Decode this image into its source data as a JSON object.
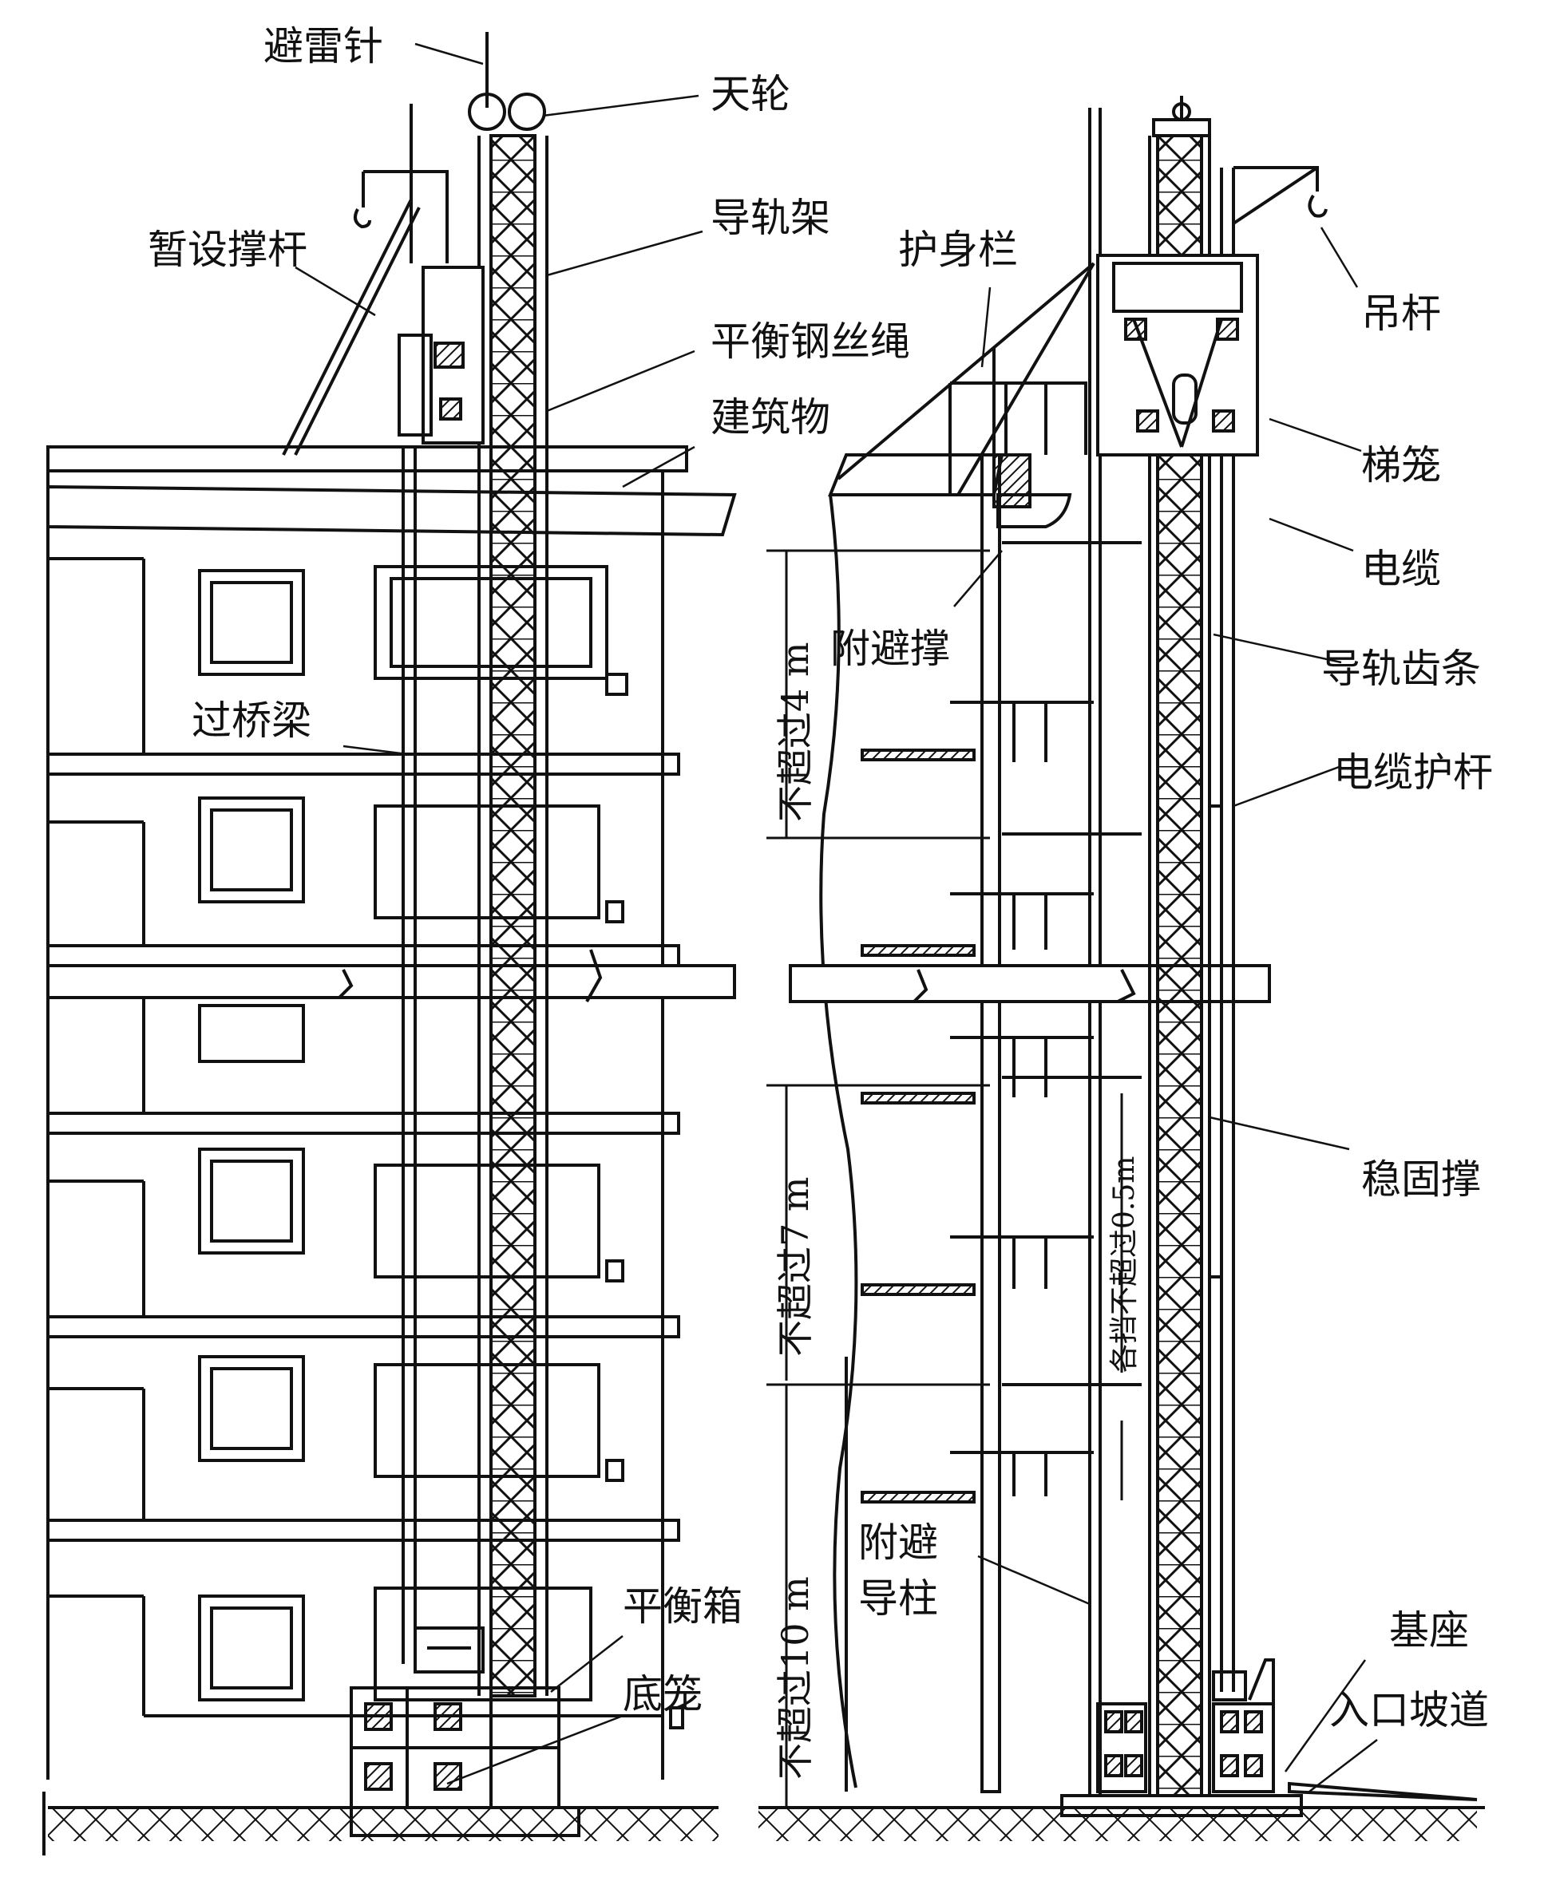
{
  "labels": {
    "lightning_rod": "避雷针",
    "sky_wheel": "天轮",
    "temp_strut": "暂设撑杆",
    "guide_frame": "导轨架",
    "balance_rope": "平衡钢丝绳",
    "building": "建筑物",
    "bridge_beam": "过桥梁",
    "balance_box": "平衡箱",
    "bottom_cage": "底笼",
    "guardrail": "护身栏",
    "boom": "吊杆",
    "cage": "梯笼",
    "cable": "电缆",
    "guide_rack": "导轨齿条",
    "cable_guard": "电缆护杆",
    "stabilizer": "稳固撑",
    "wall_brace": "附避撑",
    "wall_post_1": "附避",
    "wall_post_2": "导柱",
    "base": "基座",
    "entry_ramp": "入口坡道"
  },
  "dimensions": {
    "d1": "不超过4 m",
    "d2": "不超过7 m",
    "d3": "不超过10 m",
    "d4": "各挡不超过0.5m"
  }
}
